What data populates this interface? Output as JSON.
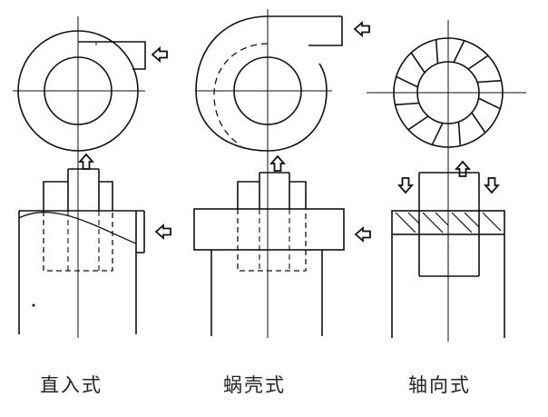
{
  "captions": {
    "straight_entry": "直入式",
    "volute": "蜗壳式",
    "axial": "轴向式"
  },
  "colors": {
    "line": "#111111",
    "background": "#ffffff"
  },
  "icons": {
    "inlet_arrow": "hollow-arrow-left",
    "outlet_arrow": "hollow-arrow-up",
    "axial_inlet_arrow": "hollow-arrow-down"
  }
}
